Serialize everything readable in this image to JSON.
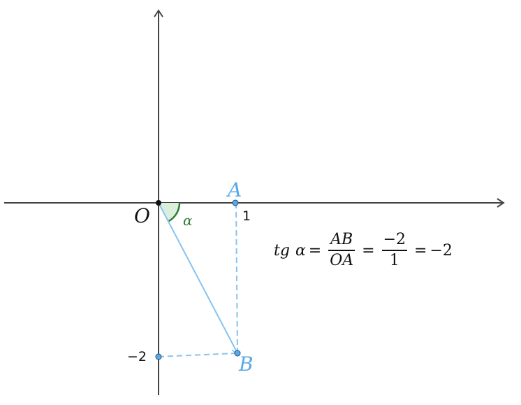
{
  "points": {
    "O": {
      "label": "O",
      "x": 0,
      "y": 0
    },
    "A": {
      "label": "A",
      "x": 1,
      "y": 0
    },
    "B": {
      "label": "B",
      "x": 1,
      "y": -2
    }
  },
  "ticks": {
    "x_one": "1",
    "y_minus_two": "−2"
  },
  "angle": {
    "label": "α"
  },
  "formula": {
    "lhs_func": "tg",
    "lhs_var": "α",
    "eq": "=",
    "frac1_num": "AB",
    "frac1_den": "OA",
    "frac2_num": "−2",
    "frac2_den": "1",
    "result": "−2"
  },
  "colors": {
    "axis": "#444444",
    "point_blue": "#5aa9e6",
    "vector": "#87c3f0",
    "angle_green": "#2e7d32",
    "angle_fill": "#dcefdc"
  }
}
